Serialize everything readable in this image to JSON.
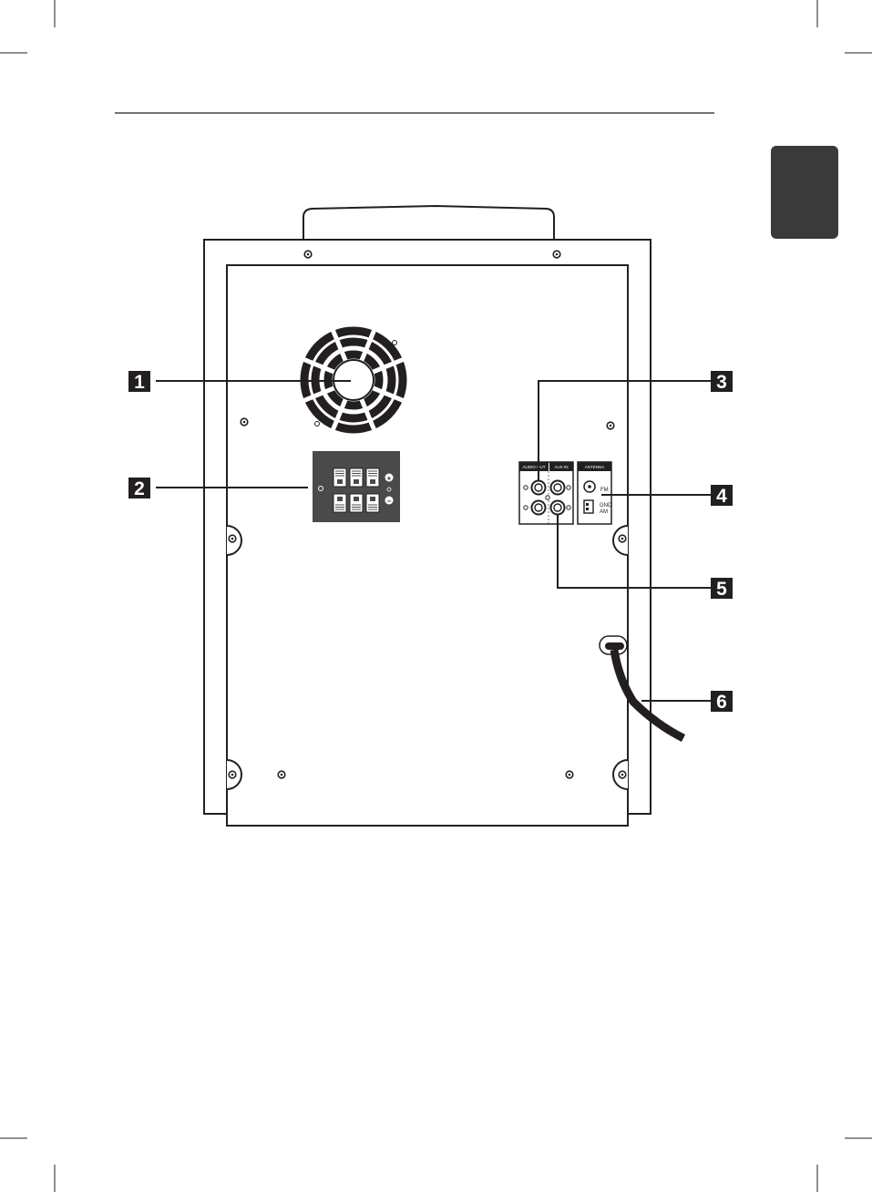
{
  "colors": {
    "ink": "#231f20",
    "tab": "#3a3a3a",
    "panel": "#4a4a4a",
    "paper": "#ffffff"
  },
  "callouts": [
    {
      "id": "1",
      "label": "1",
      "target": "cooling-fan"
    },
    {
      "id": "2",
      "label": "2",
      "target": "speaker-terminals"
    },
    {
      "id": "3",
      "label": "3",
      "target": "audio-out-jacks"
    },
    {
      "id": "4",
      "label": "4",
      "target": "antenna-terminals"
    },
    {
      "id": "5",
      "label": "5",
      "target": "aux-in-jacks"
    },
    {
      "id": "6",
      "label": "6",
      "target": "power-cord"
    }
  ],
  "panel_labels": {
    "audio_out": "AUDIO OUT",
    "aux_in": "AUX IN",
    "antenna": "ANTENNA",
    "fm": "FM",
    "gnd": "GND",
    "am": "AM"
  },
  "speaker_terminal": {
    "plus": "+",
    "minus": "−"
  },
  "icons": {
    "fan": "fan-grille-icon",
    "cord": "power-cord-icon",
    "screw": "screw-icon"
  }
}
